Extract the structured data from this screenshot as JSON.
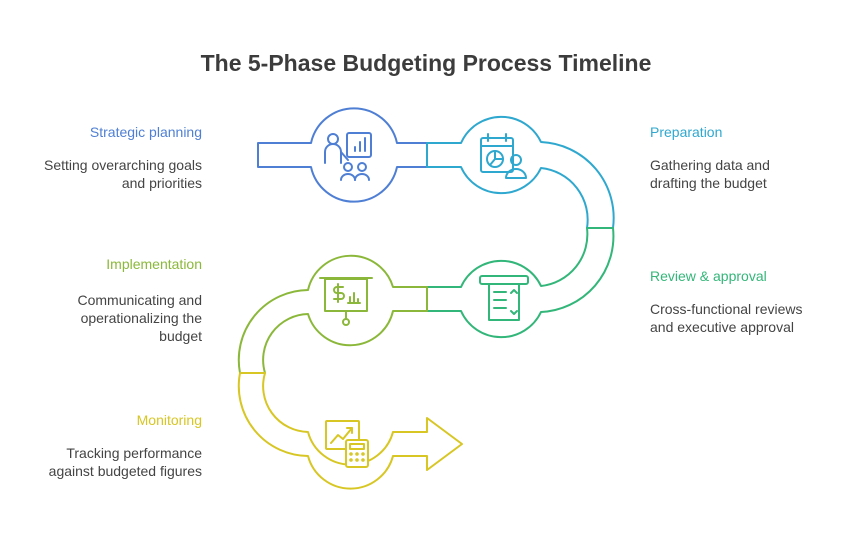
{
  "title": "The 5-Phase Budgeting Process Timeline",
  "colors": {
    "strategic": "#4F7FD4",
    "preparation": "#2FA8CF",
    "review": "#33B679",
    "implementation": "#8BB83A",
    "monitoring": "#D7C623",
    "text": "#444444",
    "title": "#3c3c3c"
  },
  "phases": [
    {
      "label": "Strategic planning",
      "description_lines": [
        "Setting overarching goals",
        "and priorities"
      ],
      "icon": "presentation-team-icon"
    },
    {
      "label": "Preparation",
      "description_lines": [
        "Gathering data and",
        "drafting the budget"
      ],
      "icon": "calendar-report-user-icon"
    },
    {
      "label": "Review & approval",
      "description_lines": [
        "Cross-functional reviews",
        "and executive approval"
      ],
      "icon": "checklist-document-icon"
    },
    {
      "label": "Implementation",
      "description_lines": [
        "Communicating and",
        "operationalizing the",
        "budget"
      ],
      "icon": "dollar-board-icon"
    },
    {
      "label": "Monitoring",
      "description_lines": [
        "Tracking performance",
        "against budgeted figures"
      ],
      "icon": "chart-calculator-icon"
    }
  ]
}
